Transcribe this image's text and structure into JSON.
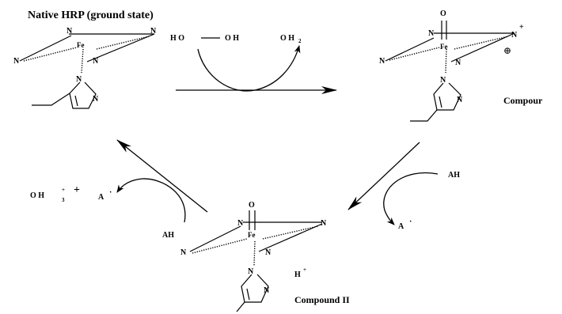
{
  "labels": {
    "native_title": "Native HRP (ground state)",
    "compound_i": "Compour",
    "compound_ii": "Compound II",
    "nitrogen": "N",
    "iron": "Fe",
    "oxygen": "O",
    "plus": "+",
    "cation_circle": "⊕"
  },
  "reagents": {
    "h2o2_h1": "H O",
    "h2o2_h2": "O H",
    "water_left": "O H",
    "water_sub": "2",
    "ah_right": "AH",
    "ah_bottom": "AH",
    "radical_right": "A",
    "radical_left": "A",
    "radical_dot": "·",
    "oh3_left": "O H",
    "oh3_sup": "+",
    "oh3_sub": "3",
    "plus_sign": "+",
    "proton_h": "H",
    "proton_sup": "+"
  }
}
